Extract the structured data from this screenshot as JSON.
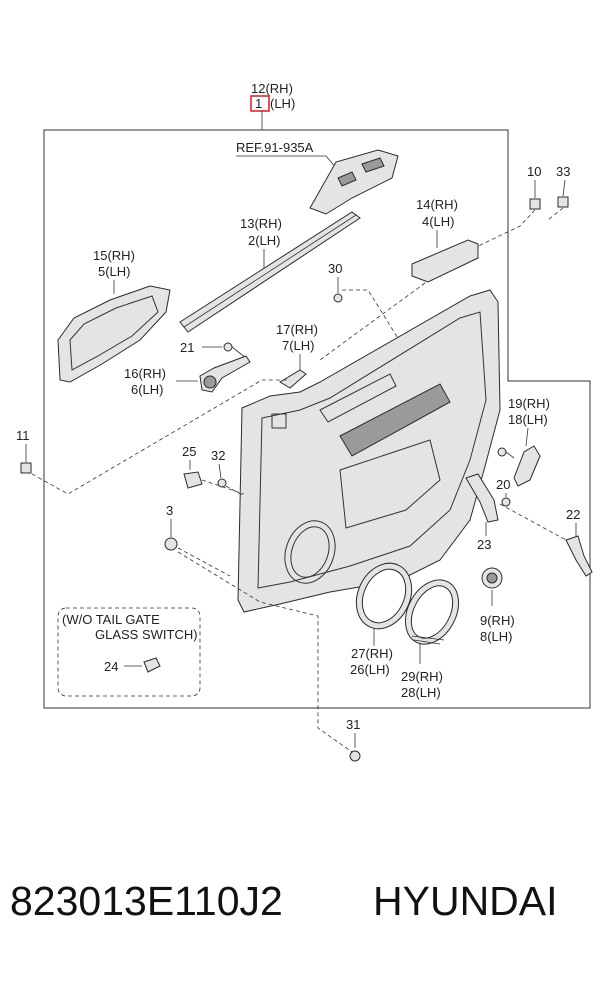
{
  "diagram": {
    "callouts": {
      "c12": "12(RH)",
      "c1": "1",
      "c1lh": "(LH)",
      "ref": "REF.91-935A",
      "c10": "10",
      "c33": "33",
      "c13": "13(RH)",
      "c2": "2(LH)",
      "c14": "14(RH)",
      "c4": "4(LH)",
      "c15": "15(RH)",
      "c5": "5(LH)",
      "c30": "30",
      "c17": "17(RH)",
      "c7": "7(LH)",
      "c21": "21",
      "c16": "16(RH)",
      "c6": "6(LH)",
      "c11": "11",
      "c19": "19(RH)",
      "c18": "18(LH)",
      "c25": "25",
      "c32": "32",
      "c20": "20",
      "c3": "3",
      "c22": "22",
      "c23": "23",
      "c9": "9(RH)",
      "c8": "8(LH)",
      "note1": "(W/O TAIL GATE",
      "note2": "GLASS SWITCH)",
      "c24": "24",
      "c27": "27(RH)",
      "c26": "26(LH)",
      "c29": "29(RH)",
      "c28": "28(LH)",
      "c31": "31"
    },
    "highlight_color": "#e0191e"
  },
  "footer": {
    "part_number": "823013E110J2",
    "brand": "HYUNDAI"
  }
}
